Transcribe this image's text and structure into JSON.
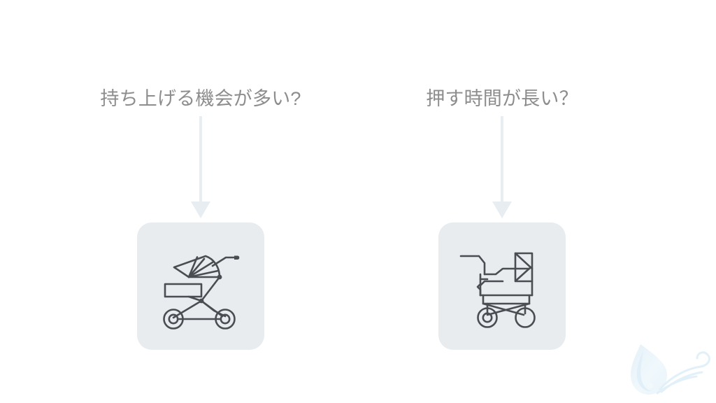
{
  "slide": {
    "background_color": "#ffffff",
    "card_fill_color": "#e8ecef",
    "caption_color": "#8d8d8d",
    "arrow_color": "#e7edf0",
    "icon_stroke_color": "#4a4e53",
    "watermark_color": "#e8f3fa"
  },
  "columns": [
    {
      "caption": "持ち上げる機会が多い?",
      "icon_name": "stroller-pushchair-icon",
      "arrow_name": "down-arrow-to-card"
    },
    {
      "caption": "押す時間が長い？",
      "icon_name": "stroller-pram-icon",
      "arrow_name": "down-arrow-to-card"
    }
  ],
  "watermark": {
    "name": "water-droplet-leaf-watermark"
  }
}
